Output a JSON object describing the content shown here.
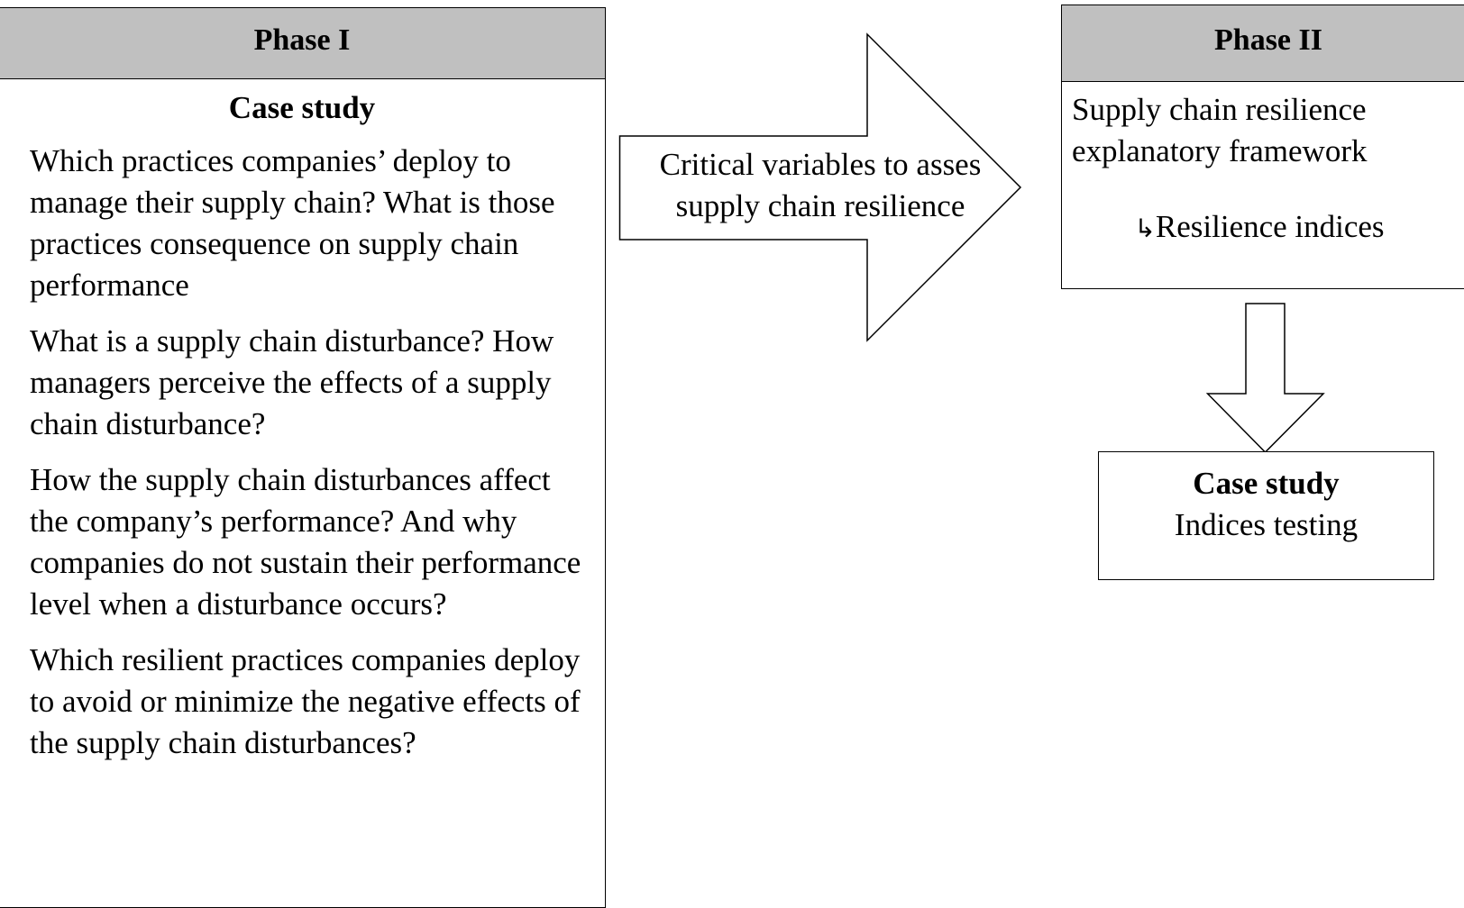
{
  "phase1": {
    "header": "Phase I",
    "subtitle": "Case study",
    "questions": [
      "Which practices companies’ deploy to manage their supply chain? What is those practices consequence on supply chain performance",
      "What is a supply chain disturbance? How managers perceive the effects of a supply chain disturbance?",
      "How the supply chain disturbances affect the company’s performance? And why companies do not sustain their performance level when a disturbance occurs?",
      "Which resilient practices companies deploy to avoid or minimize the negative effects of the supply chain disturbances?"
    ]
  },
  "arrow_right": {
    "line1": "Critical variables to asses",
    "line2": "supply chain resilience"
  },
  "phase2": {
    "header": "Phase II",
    "framework_line1": "Supply chain resilience",
    "framework_line2": "explanatory framework",
    "indices_icon": "↳",
    "indices_label": "Resilience indices"
  },
  "case_study_box": {
    "title": "Case study",
    "subtitle": "Indices testing"
  },
  "colors": {
    "header_fill": "#c0c0c0",
    "border": "#000000",
    "background": "#ffffff"
  }
}
